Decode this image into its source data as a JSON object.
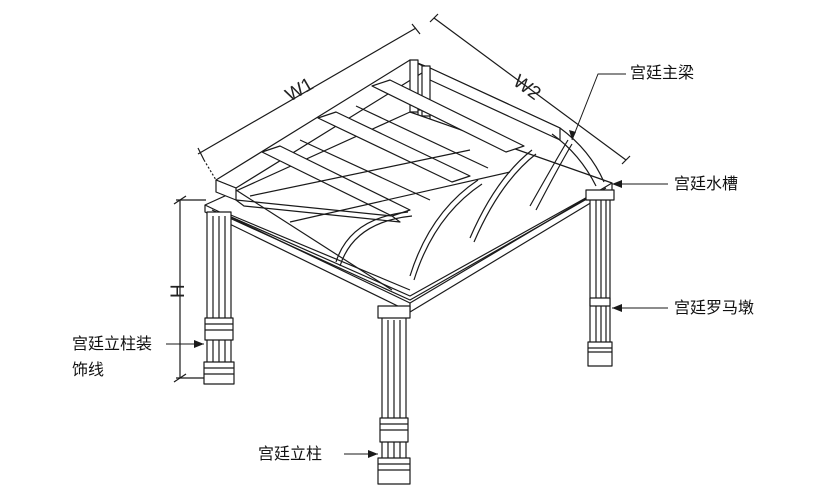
{
  "dimensions": {
    "w1": "W1",
    "w2": "W2",
    "h": "H"
  },
  "callouts": {
    "main_beam": "宫廷主梁",
    "gutter": "宫廷水槽",
    "roman_pier": "宫廷罗马墩",
    "column_trim_line1": "宫廷立柱装",
    "column_trim_line2": "饰线",
    "column": "宫廷立柱"
  },
  "colors": {
    "stroke": "#1a1a1a",
    "fill": "#ffffff"
  }
}
